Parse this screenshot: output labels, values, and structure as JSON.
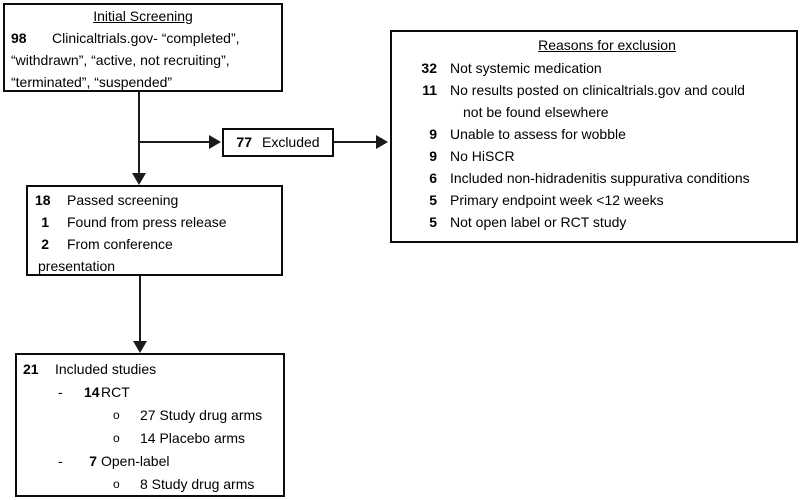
{
  "diagram": {
    "initial": {
      "title": "Initial Screening",
      "count": "98",
      "line1": "Clinicaltrials.gov- “completed”,",
      "line2": "“withdrawn”, “active, not recruiting”,",
      "line3": "“terminated”, “suspended”"
    },
    "excluded": {
      "count": "77",
      "label": "Excluded"
    },
    "exclusion": {
      "title": "Reasons for exclusion",
      "items": [
        {
          "count": "32",
          "text": "Not systemic medication"
        },
        {
          "count": "11",
          "text": "No results posted on clinicaltrials.gov and could"
        },
        {
          "count": "",
          "text": "not be found elsewhere"
        },
        {
          "count": "9",
          "text": "Unable to assess for wobble"
        },
        {
          "count": "9",
          "text": "No HiSCR"
        },
        {
          "count": "6",
          "text": "Included non-hidradenitis suppurativa conditions"
        },
        {
          "count": "5",
          "text": "Primary endpoint week <12 weeks"
        },
        {
          "count": "5",
          "text": "Not open label or RCT study"
        }
      ]
    },
    "passed": {
      "rows": [
        {
          "count": "18",
          "text": "Passed screening"
        },
        {
          "count": "1",
          "text": "Found from press release"
        },
        {
          "count": "2",
          "text": "From conference"
        }
      ],
      "wrap": "presentation"
    },
    "included": {
      "count": "21",
      "label": "Included studies",
      "rows": [
        {
          "bullet": "-",
          "count": "14",
          "label": "RCT"
        },
        {
          "bullet": "o",
          "text": "27 Study drug arms"
        },
        {
          "bullet": "o",
          "text": "14 Placebo arms"
        },
        {
          "bullet": "-",
          "count": "7",
          "label": "Open-label"
        },
        {
          "bullet": "o",
          "text": "8 Study drug arms"
        }
      ]
    },
    "colors": {
      "line": "#1a1a1a",
      "border": "#0d0d0d",
      "background": "#ffffff",
      "text": "#000000"
    }
  }
}
